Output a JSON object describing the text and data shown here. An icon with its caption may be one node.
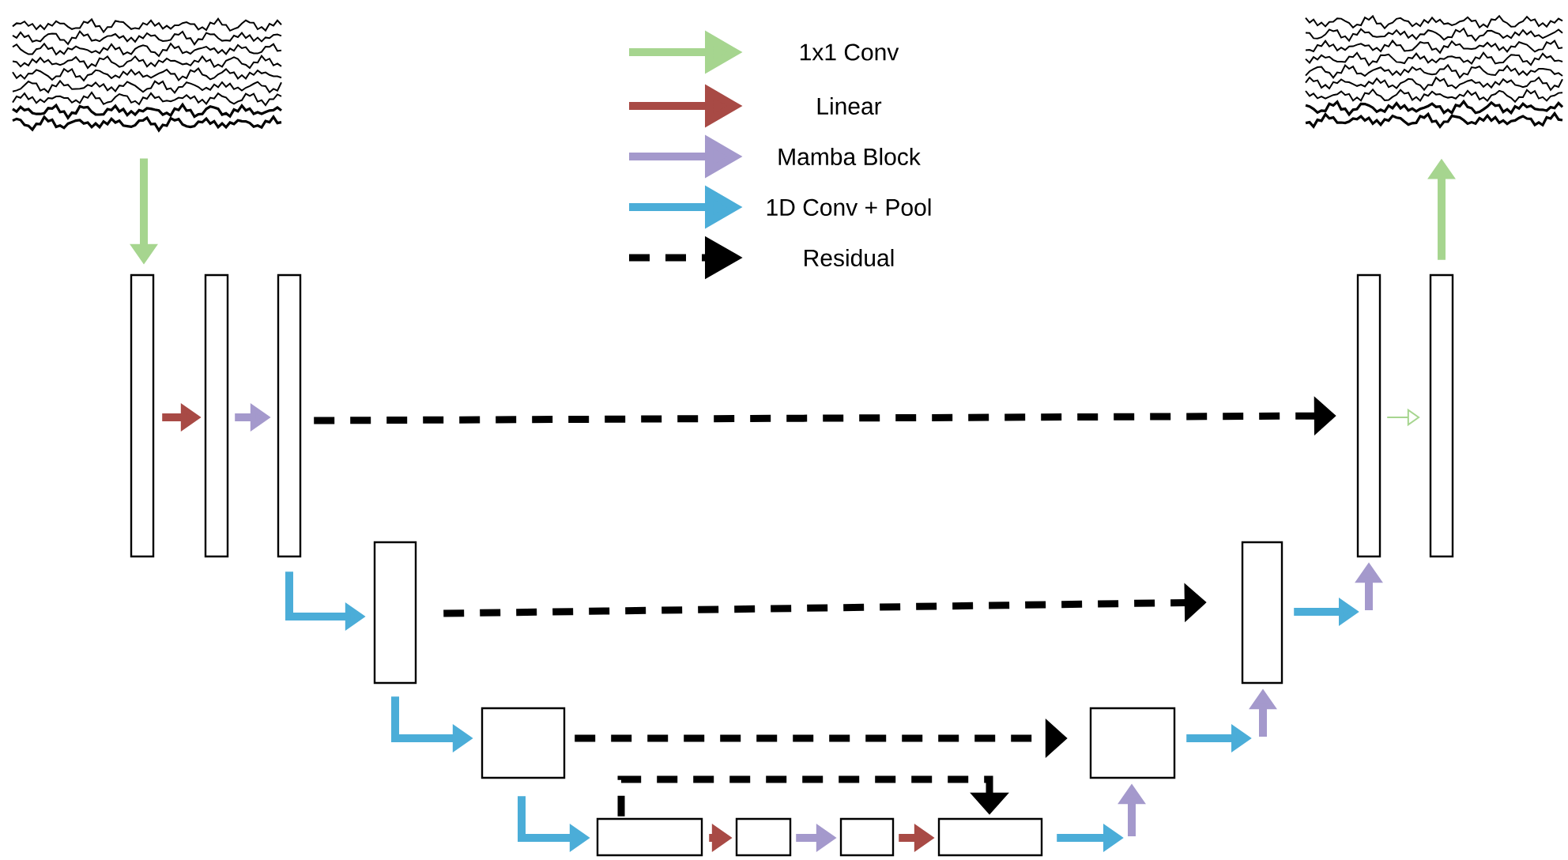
{
  "diagram": {
    "nodes": [
      {
        "text": [],
        "shape": "picture"
      },
      {
        "text": [],
        "shape": "box"
      },
      {
        "text": [],
        "shape": "box"
      },
      {
        "text": [],
        "shape": "box"
      },
      {
        "text": [],
        "shape": "box"
      },
      {
        "text": [],
        "shape": "box"
      },
      {
        "text": [],
        "shape": "box"
      },
      {
        "text": [],
        "shape": "box"
      },
      {
        "text": [],
        "shape": "box"
      },
      {
        "text": [],
        "shape": "box"
      },
      {
        "text": [],
        "shape": "box"
      },
      {
        "text": [],
        "shape": "box"
      },
      {
        "text": [],
        "shape": "box"
      },
      {
        "text": [],
        "shape": "box"
      },
      {
        "text": [],
        "shape": "picture"
      }
    ],
    "edges": [
      {
        "from": 0,
        "to": 1,
        "arrow": "to",
        "color": "#a6d58f"
      },
      {
        "from": 1,
        "to": 2,
        "arrow": "to",
        "color": "#a84a45"
      },
      {
        "from": 2,
        "to": 3,
        "arrow": "to",
        "color": "#a499cc"
      },
      {
        "from": 3,
        "to": 12,
        "arrow": "to",
        "style": "dashed",
        "color": "#000000"
      },
      {
        "from": 3,
        "to": 4,
        "arrow": "to",
        "color": "#4badd8"
      },
      {
        "from": 4,
        "to": 11,
        "arrow": "to",
        "style": "dashed",
        "color": "#000000"
      },
      {
        "from": 4,
        "to": 5,
        "arrow": "to",
        "color": "#4badd8"
      },
      {
        "from": 5,
        "to": 10,
        "arrow": "to",
        "style": "dashed",
        "color": "#000000"
      },
      {
        "from": 5,
        "to": 6,
        "arrow": "to",
        "color": "#4badd8"
      },
      {
        "from": 6,
        "to": 7,
        "arrow": "to",
        "color": "#a84a45"
      },
      {
        "from": 7,
        "to": 8,
        "arrow": "to",
        "color": "#a499cc"
      },
      {
        "from": 8,
        "to": 9,
        "arrow": "to",
        "color": "#a84a45"
      },
      {
        "from": 6,
        "to": 9,
        "arrow": "to",
        "style": "dashed",
        "color": "#000000"
      },
      {
        "from": 9,
        "to": null,
        "arrow": "to",
        "color": "#4badd8"
      },
      {
        "from": null,
        "to": 10,
        "arrow": "to",
        "color": "#a499cc"
      },
      {
        "from": 10,
        "to": null,
        "arrow": "to",
        "color": "#4badd8"
      },
      {
        "from": null,
        "to": 11,
        "arrow": "to",
        "color": "#a499cc"
      },
      {
        "from": 11,
        "to": null,
        "arrow": "to",
        "color": "#4badd8"
      },
      {
        "from": null,
        "to": 12,
        "arrow": "to",
        "color": "#a499cc"
      },
      {
        "from": 12,
        "to": 13,
        "arrow": "to",
        "color": "#a6d58f"
      },
      {
        "from": 13,
        "to": 14,
        "arrow": "to",
        "color": "#a6d58f"
      }
    ],
    "legend": [
      {
        "text": "1x1 Conv",
        "color": "#a6d58f"
      },
      {
        "text": "Linear",
        "color": "#a84a45"
      },
      {
        "text": "Mamba Block",
        "color": "#a499cc"
      },
      {
        "text": "1D Conv + Pool",
        "color": "#4badd8"
      },
      {
        "text": "Residual"
      }
    ]
  }
}
